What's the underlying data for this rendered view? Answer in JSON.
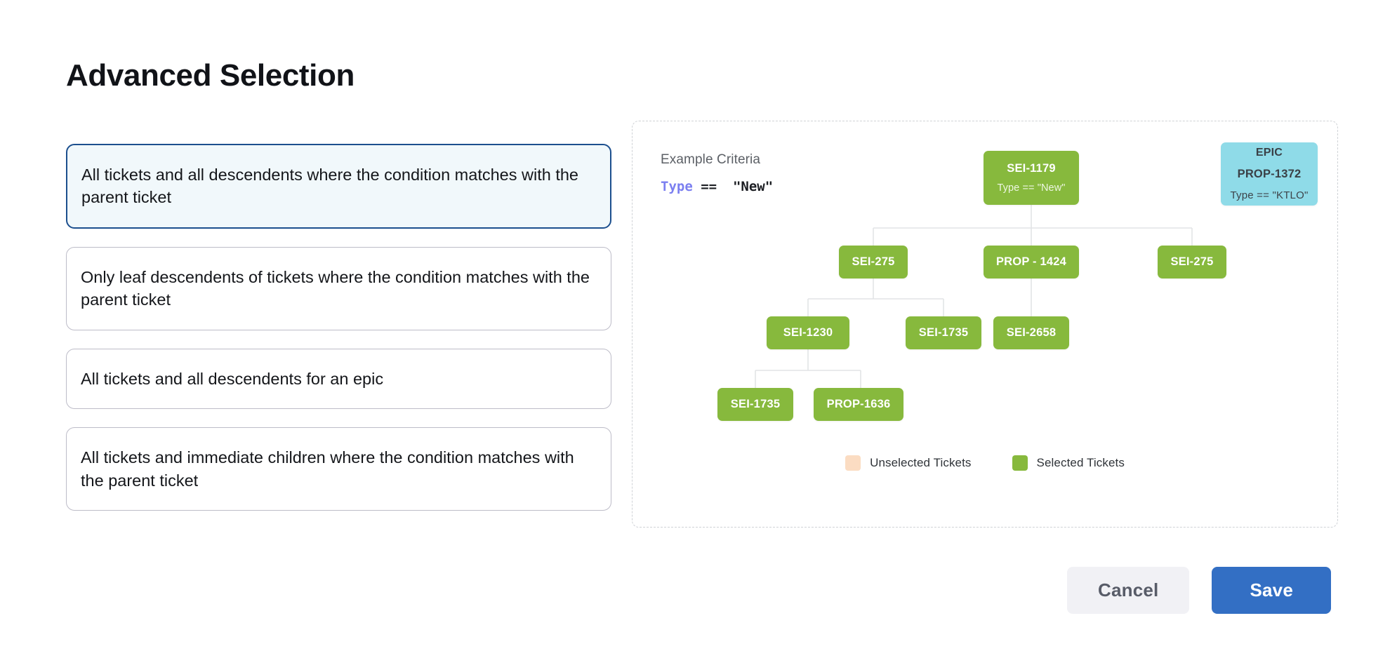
{
  "page": {
    "title": "Advanced Selection"
  },
  "options": [
    {
      "label": "All tickets and all descendents where the condition matches with the parent ticket",
      "selected": true
    },
    {
      "label": "Only leaf descendents of tickets where the condition matches with the parent ticket",
      "selected": false
    },
    {
      "label": "All tickets and all descendents for an epic",
      "selected": false
    },
    {
      "label": "All tickets and immediate children where the condition matches with the parent ticket",
      "selected": false
    }
  ],
  "diagram": {
    "criteria_label": "Example Criteria",
    "criteria_keyword": "Type",
    "criteria_rest": " ==  \"New\"",
    "nodes": {
      "root": {
        "id": "SEI-1179",
        "condition": "Type == \"New\""
      },
      "epic": {
        "title": "EPIC",
        "id": "PROP-1372",
        "condition": "Type == \"KTLO\""
      },
      "c1": {
        "id": "SEI-275"
      },
      "c2": {
        "id": "PROP - 1424"
      },
      "c3": {
        "id": "SEI-275"
      },
      "g1": {
        "id": "SEI-1230"
      },
      "g2": {
        "id": "SEI-1735"
      },
      "g3": {
        "id": "SEI-2658"
      },
      "h1": {
        "id": "SEI-1735"
      },
      "h2": {
        "id": "PROP-1636"
      }
    },
    "legend": [
      {
        "label": "Unselected Tickets",
        "color": "#fbdcc2"
      },
      {
        "label": "Selected Tickets",
        "color": "#87b93d"
      }
    ]
  },
  "footer": {
    "cancel_label": "Cancel",
    "save_label": "Save"
  },
  "colors": {
    "selected_node": "#87b93d",
    "epic_node": "#8fdbe8",
    "unselected_swatch": "#fbdcc2",
    "primary_button": "#336fc4",
    "selected_card_border": "#1c4f8e",
    "selected_card_bg": "#f1f8fb",
    "keyword": "#7b7ff0"
  }
}
